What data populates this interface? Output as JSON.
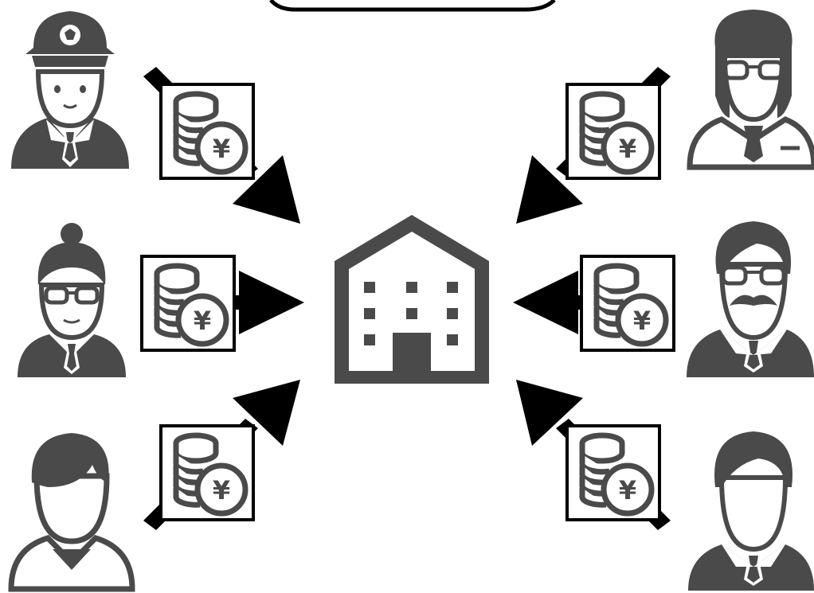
{
  "colors": {
    "icon": "#4a4a4a",
    "arrow": "#000000",
    "background": "#ffffff"
  },
  "center": {
    "icon": "building-icon"
  },
  "coin_symbol": "¥",
  "people": [
    {
      "id": "top-left",
      "icon": "police-officer-icon"
    },
    {
      "id": "middle-left",
      "icon": "woman-with-bun-and-glasses-icon"
    },
    {
      "id": "bottom-left",
      "icon": "woman-short-hair-icon"
    },
    {
      "id": "top-right",
      "icon": "woman-with-glasses-icon"
    },
    {
      "id": "middle-right",
      "icon": "man-with-glasses-and-mustache-icon"
    },
    {
      "id": "bottom-right",
      "icon": "businessman-icon"
    }
  ],
  "flows": [
    {
      "from": "top-left",
      "to": "building",
      "icon": "coin-stack-yen-icon"
    },
    {
      "from": "middle-left",
      "to": "building",
      "icon": "coin-stack-yen-icon"
    },
    {
      "from": "bottom-left",
      "to": "building",
      "icon": "coin-stack-yen-icon"
    },
    {
      "from": "top-right",
      "to": "building",
      "icon": "coin-stack-yen-icon"
    },
    {
      "from": "middle-right",
      "to": "building",
      "icon": "coin-stack-yen-icon"
    },
    {
      "from": "bottom-right",
      "to": "building",
      "icon": "coin-stack-yen-icon"
    }
  ]
}
